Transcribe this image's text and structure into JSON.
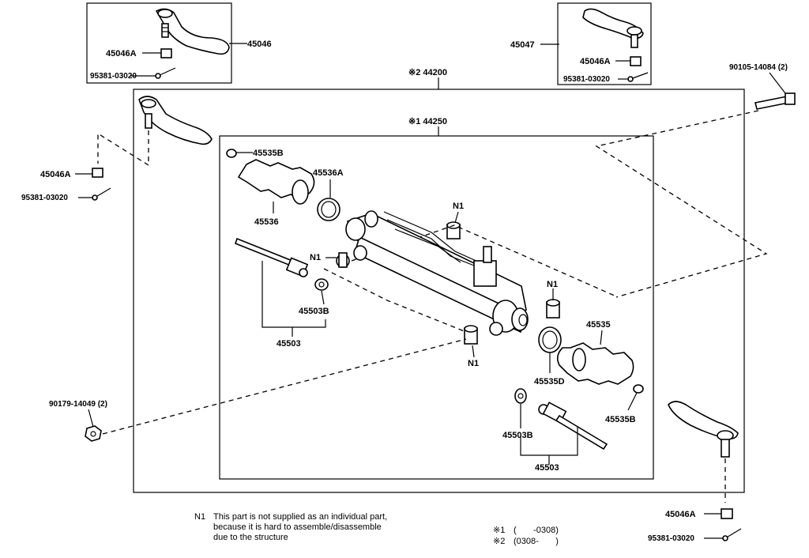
{
  "labels": {
    "p45046": "45046",
    "p45046a_tl": "45046A",
    "p95381_tl": "95381-03020",
    "p45047": "45047",
    "p45046a_tr": "45046A",
    "p95381_tr": "95381-03020",
    "p44200": "※2 44200",
    "p44250": "※1 44250",
    "p90105": "90105-14084 (2)",
    "p45046a_l": "45046A",
    "p95381_l": "95381-03020",
    "p45535b_top": "45535B",
    "p45536a": "45536A",
    "p45536": "45536",
    "n1_top": "N1",
    "n1_left": "N1",
    "n1_right": "N1",
    "n1_bottom": "N1",
    "p45503b_left": "45503B",
    "p45503_left": "45503",
    "p45535": "45535",
    "p45535d": "45535D",
    "p45535b_right": "45535B",
    "p90179": "90179-14049 (2)",
    "p45503b_right": "45503B",
    "p45503_right": "45503",
    "p45046a_br": "45046A",
    "p95381_br": "95381-03020"
  },
  "footnote": {
    "code": "N1",
    "line1": "This part is not supplied as an individual part,",
    "line2": "because it is hard to assemble/disassemble",
    "line3": "due to the structure"
  },
  "legend": {
    "mark1": "※1",
    "range1": "(       -0308)",
    "mark2": "※2",
    "range2": "(0308-       )"
  }
}
